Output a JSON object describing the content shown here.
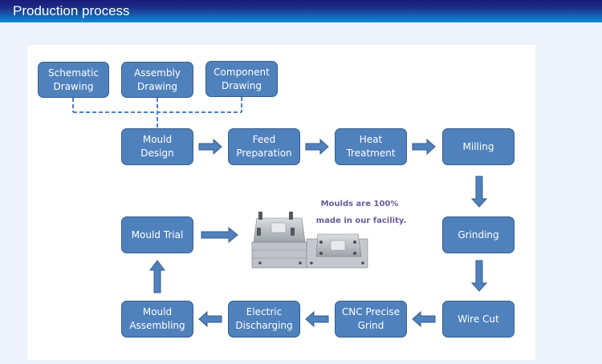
{
  "header": {
    "title": "Production process"
  },
  "colors": {
    "box_fill": "#4f81bd",
    "box_border": "#385d8a",
    "box_text": "#ffffff",
    "caption_text": "#6a5a9e",
    "header_top": "#1d1a78",
    "header_bottom": "#118ed3"
  },
  "diagram": {
    "inputs": [
      {
        "line1": "Schematic",
        "line2": "Drawing"
      },
      {
        "line1": "Assembly",
        "line2": "Drawing"
      },
      {
        "line1": "Component",
        "line2": "Drawing"
      }
    ],
    "steps": [
      {
        "line1": "Mould",
        "line2": "Design"
      },
      {
        "line1": "Feed",
        "line2": "Preparation"
      },
      {
        "line1": "Heat",
        "line2": "Treatment"
      },
      {
        "line1": "Milling",
        "line2": ""
      },
      {
        "line1": "Grinding",
        "line2": ""
      },
      {
        "line1": "Wire Cut",
        "line2": ""
      },
      {
        "line1": "CNC Precise",
        "line2": "Grind"
      },
      {
        "line1": "Electric",
        "line2": "Discharging"
      },
      {
        "line1": "Mould",
        "line2": "Assembling"
      },
      {
        "line1": "Mould Trial",
        "line2": ""
      }
    ],
    "caption": {
      "line1": "Moulds are 100%",
      "line2": "made in our facility."
    },
    "image_alt": "mould-photo"
  }
}
